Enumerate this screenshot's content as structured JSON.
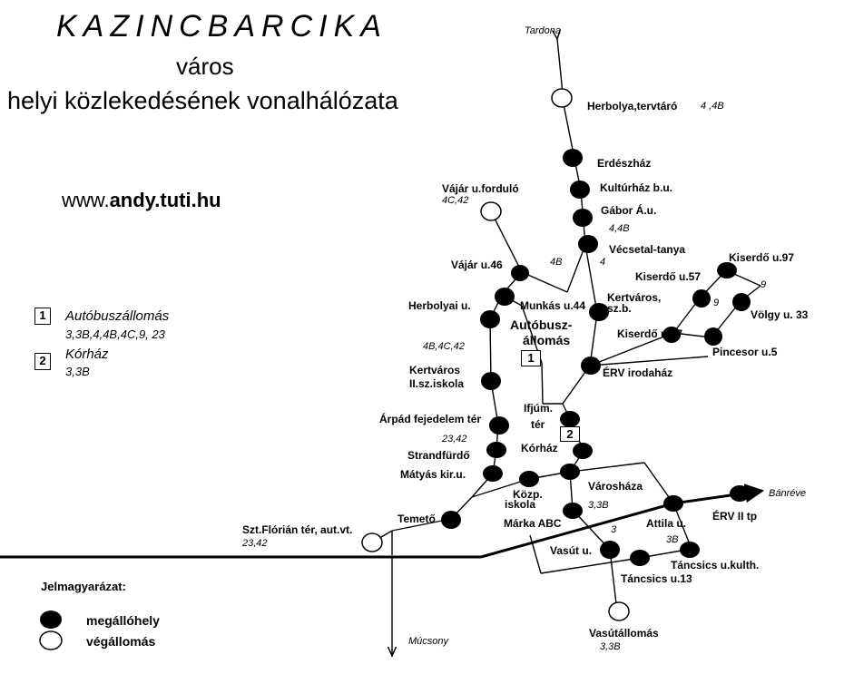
{
  "title": {
    "city": "KAZINCBARCIKA",
    "line2": "város",
    "line3": "helyi közlekedésének vonalhálózata"
  },
  "website": {
    "prefix": "www.",
    "domain": "andy.tuti.hu"
  },
  "legend_boxes": [
    {
      "num": "1",
      "name": "Autóbuszállomás",
      "routes": "3,3B,4,4B,4C,9, 23"
    },
    {
      "num": "2",
      "name": "Kórház",
      "routes": "3,3B"
    }
  ],
  "legend": {
    "heading": "Jelmagyarázat:",
    "stop": "megállóhely",
    "terminus": "végállomás"
  },
  "directions": {
    "north": "Tardona",
    "east": "Bánréve",
    "south": "Múcsony"
  },
  "stops": {
    "herbolya_tervtaro": "Herbolya,tervtáró",
    "erdeszhaz": "Erdészház",
    "kulturhaz": "Kultúrház b.u.",
    "gabor": "Gábor Á.u.",
    "vecsetal": "Vécsetal-tanya",
    "vajar_fordulo": "Vájár u.forduló",
    "vajar46": "Vájár u.46",
    "herbolyai": "Herbolyai u.",
    "munkas44": "Munkás u.44",
    "kertvaros_szb_1": "Kertváros,",
    "kertvaros_szb_2": "sz.b.",
    "autobusz_1": "Autóbusz-",
    "autobusz_2": "állomás",
    "kiserdo97": "Kiserdő u.97",
    "kiserdo57": "Kiserdő u.57",
    "kiserdo37": "Kiserdő u.37",
    "volgy33": "Völgy u. 33",
    "pincesor5": "Pincesor u.5",
    "erv_irodahaz": "ÉRV irodaház",
    "kertvaros_iskola_1": "Kertváros",
    "kertvaros_iskola_2": "II.sz.iskola",
    "arpad": "Árpád fejedelem tér",
    "ifjum_1": "Ifjúm.",
    "ifjum_2": "tér",
    "korhaz": "Kórház",
    "strandfurdo": "Strandfürdő",
    "matyas": "Mátyás kir.u.",
    "kozp_1": "Közp.",
    "kozp_2": "iskola",
    "varoshaza": "Városháza",
    "marka_abc": "Márka ABC",
    "temeto": "Temető",
    "szt_florian": "Szt.Flórián tér, aut.vt.",
    "attila": "Attila u.",
    "erv2": "ÉRV II tp",
    "vasut": "Vasút u.",
    "tancsics_kulth": "Táncsics u.kulth.",
    "tancsics13": "Táncsics u.13",
    "vasutallomas": "Vasútállomás"
  },
  "route_labels": {
    "herbolya_tervtaro": "4 ,4B",
    "vajar_fordulo": "4C,42",
    "gabor": "4,4B",
    "vecsetal": "4",
    "r4b": "4B",
    "kiserdo_9a": "9",
    "kiserdo_9b": "9",
    "herbolyai": "4B,4C,42",
    "arpad": "23,42",
    "szt_florian": "23,42",
    "varoshaza": "3,3B",
    "vasut_3": "3",
    "r3b": "3B",
    "vasutallomas": "3,3B"
  },
  "colors": {
    "line": "#000000",
    "background": "#ffffff"
  }
}
